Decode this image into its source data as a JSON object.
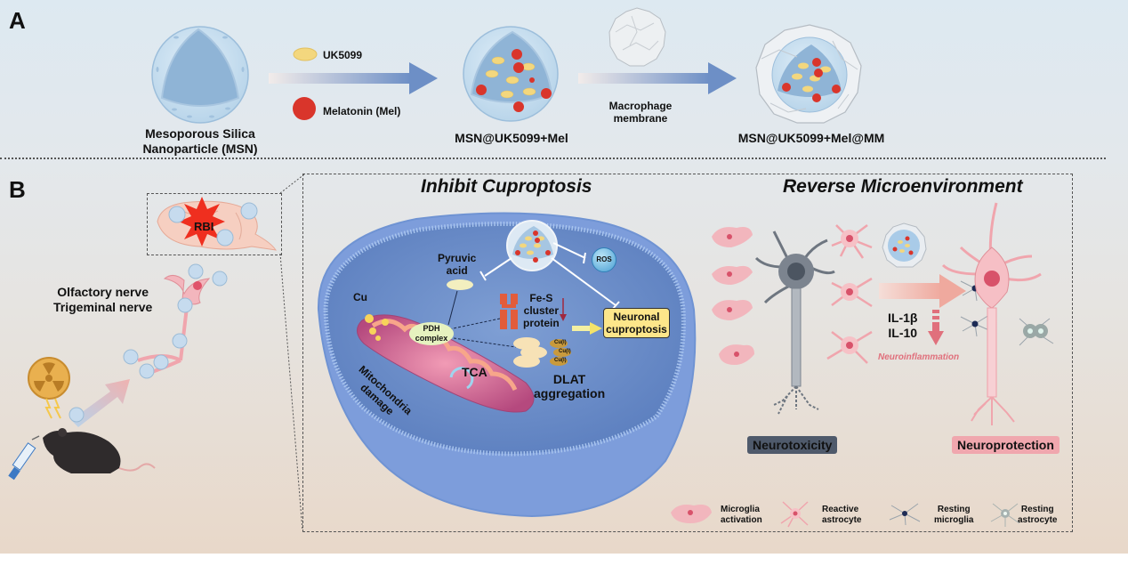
{
  "panel_a": {
    "letter": "A",
    "msn_label_line1": "Mesoporous Silica",
    "msn_label_line2": "Nanoparticle (MSN)",
    "legend_uk5099": "UK5099",
    "legend_mel": "Melatonin (Mel)",
    "loaded_label": "MSN@UK5099+Mel",
    "membrane_label_line1": "Macrophage",
    "membrane_label_line2": "membrane",
    "coated_label": "MSN@UK5099+Mel@MM"
  },
  "panel_b": {
    "letter": "B",
    "rbi_label": "RBI",
    "nerve_line1": "Olfactory nerve",
    "nerve_line2": "Trigeminal nerve",
    "cuproptosis": {
      "title": "Inhibit Cuproptosis",
      "ros": "ROS",
      "pyruvic_line1": "Pyruvic",
      "pyruvic_line2": "acid",
      "cu": "Cu",
      "fes_line1": "Fe-S",
      "fes_line2": "cluster",
      "fes_line3": "protein",
      "pdh_line1": "PDH",
      "pdh_line2": "complex",
      "tca": "TCA",
      "mito_line1": "Mitochondria",
      "mito_line2": "damage",
      "cu1": [
        "Cu(I)",
        "Cu(I)",
        "Cu(I)"
      ],
      "dlat_line1": "DLAT",
      "dlat_line2": "aggregation",
      "neuronal_line1": "Neuronal",
      "neuronal_line2": "cuproptosis"
    },
    "microenvironment": {
      "title": "Reverse Microenvironment",
      "il1b": "IL-1β",
      "il10": "IL-10",
      "neuroinflammation": "Neuroinflammation",
      "neurotoxicity": "Neurotoxicity",
      "neuroprotection": "Neuroprotection"
    },
    "legend": [
      {
        "icon": "microglia-activation-icon",
        "line1": "Microglia",
        "line2": "activation"
      },
      {
        "icon": "reactive-astrocyte-icon",
        "line1": "Reactive",
        "line2": "astrocyte"
      },
      {
        "icon": "resting-microglia-icon",
        "line1": "Resting",
        "line2": "microglia"
      },
      {
        "icon": "resting-astrocyte-icon",
        "line1": "Resting",
        "line2": "astrocyte"
      }
    ]
  },
  "colors": {
    "uk5099": "#f3d77e",
    "melatonin": "#d9352b",
    "arrow_blue": "#6f8fc4",
    "membrane_blue": "#7ea6e0",
    "neurotoxicity_bg": "#4f5a6b",
    "neuroprotection_bg": "#f0a7ae",
    "neuroinflammation_text": "#e0707c",
    "cuproptosis_box": "#fde68a"
  }
}
